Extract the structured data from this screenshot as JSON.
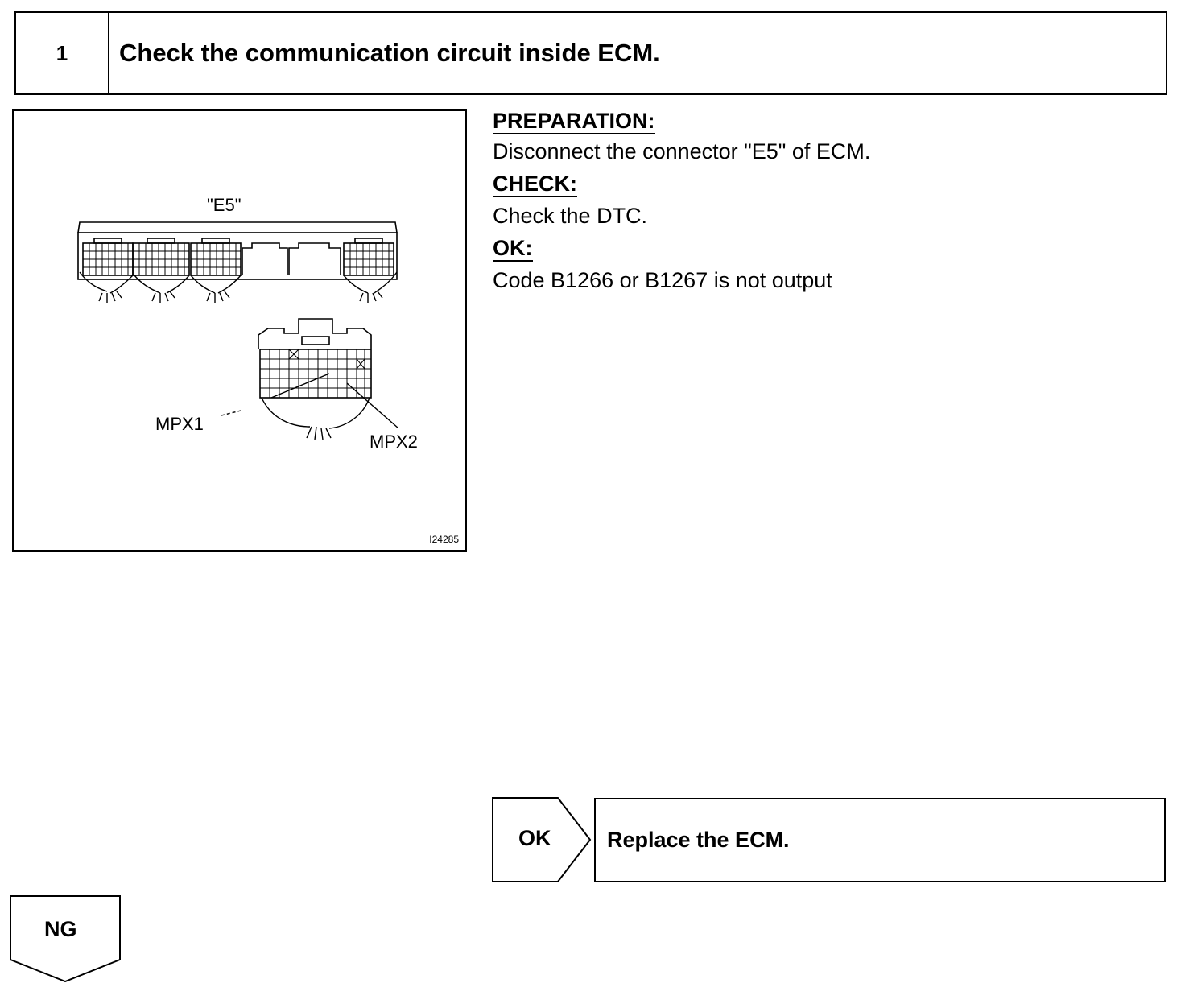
{
  "step": {
    "number": "1",
    "title": "Check the communication circuit inside ECM."
  },
  "figure": {
    "connector_label": "\"E5\"",
    "pin_label_1": "MPX1",
    "pin_label_2": "MPX2",
    "figure_id": "I24285"
  },
  "instructions": {
    "preparation_heading": "PREPARATION:",
    "preparation_text": "Disconnect the connector \"E5\" of ECM.",
    "check_heading": "CHECK:",
    "check_text": "Check the DTC.",
    "ok_heading": "OK:",
    "ok_text": "Code B1266 or B1267 is not output"
  },
  "branches": {
    "ok_label": "OK",
    "ok_action": "Replace the ECM.",
    "ng_label": "NG"
  }
}
